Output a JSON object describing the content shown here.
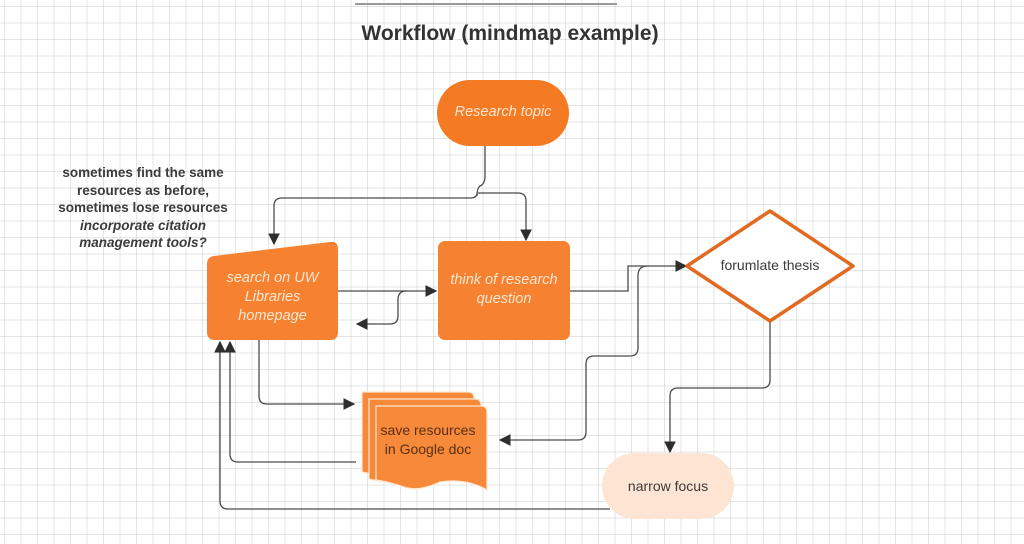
{
  "title": "Workflow (mindmap example)",
  "colors": {
    "orange": "#f68130",
    "orange_light": "#f89a4f",
    "peach": "#fde3d2",
    "diamond_stroke": "#e06a1f",
    "connector": "#3c3c3c"
  },
  "annotation": {
    "lines": [
      "sometimes find the same",
      "resources as before,",
      "sometimes lose resources"
    ],
    "question_lines": [
      "incorporate citation",
      "management tools?"
    ]
  },
  "nodes": {
    "research_topic": {
      "label": "Research topic",
      "shape": "terminator"
    },
    "search_uw": {
      "label_lines": [
        "search on UW",
        "Libraries",
        "homepage"
      ],
      "shape": "manual-input"
    },
    "think_question": {
      "label_lines": [
        "think of research",
        "question"
      ],
      "shape": "process"
    },
    "formulate_thesis": {
      "label": "forumlate thesis",
      "shape": "decision"
    },
    "save_resources": {
      "label_lines": [
        "save resources",
        "in Google doc"
      ],
      "shape": "multi-document"
    },
    "narrow_focus": {
      "label": "narrow focus",
      "shape": "terminator"
    }
  }
}
